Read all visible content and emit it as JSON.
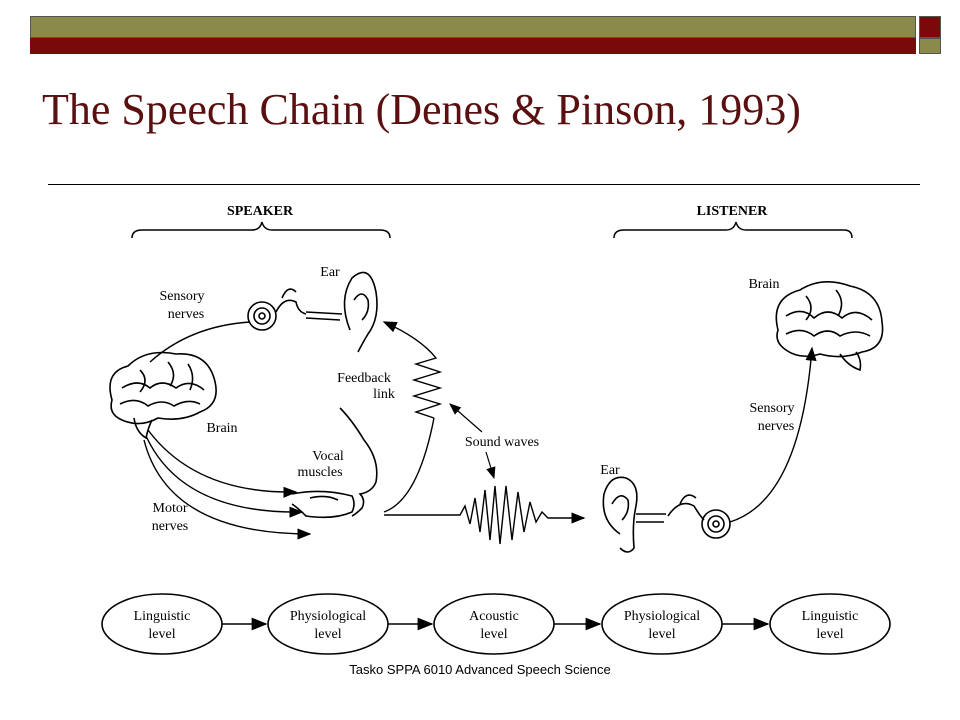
{
  "slide": {
    "title": "The Speech Chain (Denes & Pinson, 1993)",
    "footer": "Tasko SPPA 6010 Advanced Speech Science",
    "colors": {
      "title": "#5a1010",
      "bar_olive": "#8a8a4a",
      "bar_maroon": "#7a0a0a"
    }
  },
  "diagram": {
    "speaker_label": "SPEAKER",
    "listener_label": "LISTENER",
    "speaker": {
      "ear": "Ear",
      "sensory_nerves": [
        "Sensory",
        "nerves"
      ],
      "feedback_link": [
        "Feedback",
        "link"
      ],
      "brain": "Brain",
      "vocal_muscles": [
        "Vocal",
        "muscles"
      ],
      "motor_nerves": [
        "Motor",
        "nerves"
      ]
    },
    "sound_waves": "Sound waves",
    "listener": {
      "brain": "Brain",
      "sensory_nerves": [
        "Sensory",
        "nerves"
      ],
      "ear": "Ear"
    },
    "levels": [
      [
        "Linguistic",
        "level"
      ],
      [
        "Physiological",
        "level"
      ],
      [
        "Acoustic",
        "level"
      ],
      [
        "Physiological",
        "level"
      ],
      [
        "Linguistic",
        "level"
      ]
    ]
  }
}
